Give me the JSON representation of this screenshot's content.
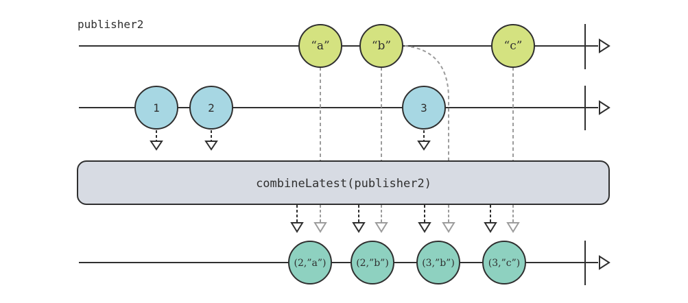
{
  "stream_label": "publisher2",
  "operator_label": "combineLatest(publisher2)",
  "colors": {
    "line": "#2f2f2f",
    "marble_green": "#d4e280",
    "marble_blue": "#a7d7e3",
    "marble_teal": "#8ed1c0",
    "operator_fill": "#d7dbe3",
    "dashed_gray": "#9c9c9c"
  },
  "publisher2_values": [
    "“a”",
    "“b”",
    "“c”"
  ],
  "publisher1_values": [
    "1",
    "2",
    "3"
  ],
  "output_values": [
    "(2,”a”)",
    "(2,”b”)",
    "(3,”b”)",
    "(3,”c”)"
  ]
}
